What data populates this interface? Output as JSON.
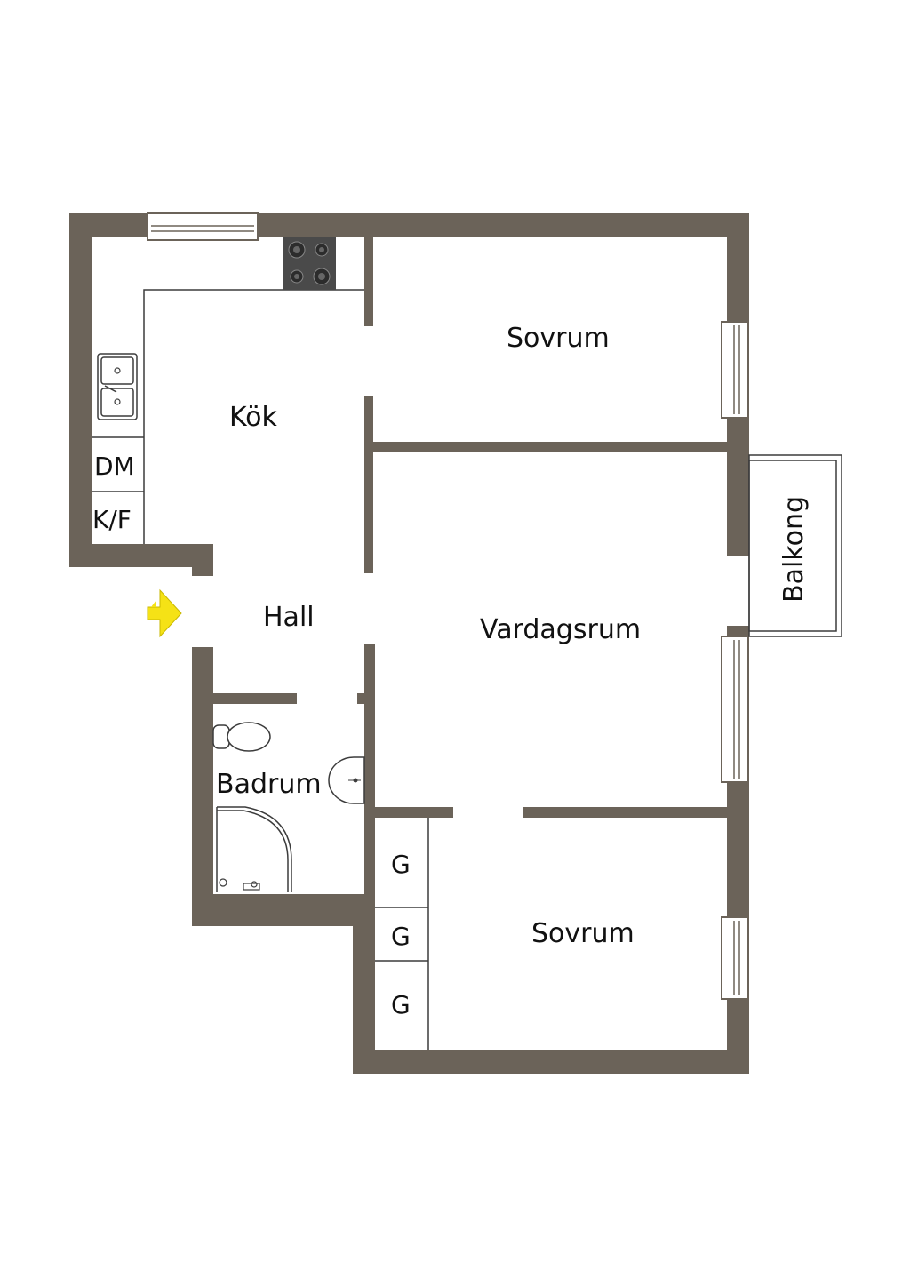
{
  "rooms": {
    "kok": "Kök",
    "sovrum_top": "Sovrum",
    "vardagsrum": "Vardagsrum",
    "balkong": "Balkong",
    "hall": "Hall",
    "badrum": "Badrum",
    "sovrum_bottom": "Sovrum"
  },
  "appliances": {
    "dishwasher": "DM",
    "fridge_freezer": "K/F"
  },
  "closets": [
    "G",
    "G",
    "G"
  ],
  "colors": {
    "wall": "#6b6359",
    "entrance_arrow": "#f5e216"
  },
  "icons": {
    "entrance": "entrance-arrow-icon",
    "stove": "stove-icon",
    "sink": "kitchen-sink-icon",
    "toilet": "toilet-icon",
    "washbasin": "washbasin-icon",
    "shower": "shower-icon"
  }
}
